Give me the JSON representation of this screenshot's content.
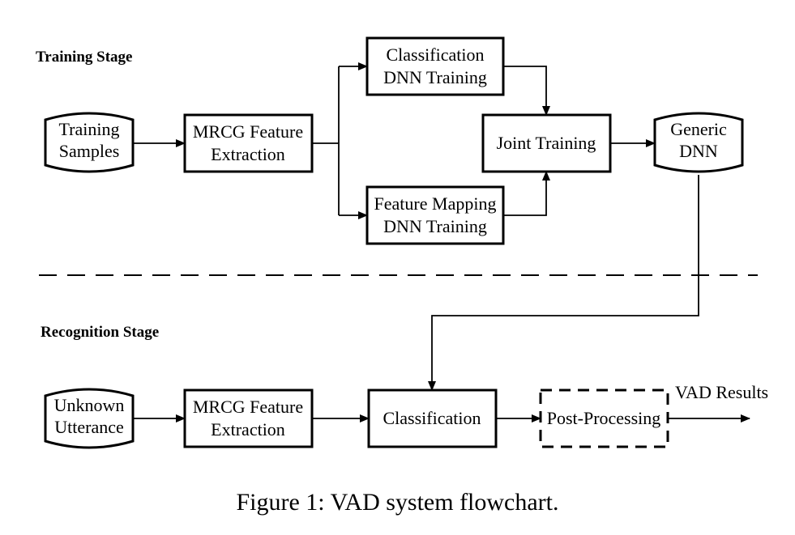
{
  "training_stage": {
    "label": "Training Stage",
    "samples": [
      "Training",
      "Samples"
    ],
    "feature_extraction": [
      "MRCG Feature",
      "Extraction"
    ],
    "classification_training": [
      "Classification",
      "DNN Training"
    ],
    "feature_mapping_training": [
      "Feature Mapping",
      "DNN Training"
    ],
    "joint_training": "Joint Training",
    "generic_dnn": [
      "Generic",
      "DNN"
    ]
  },
  "recognition_stage": {
    "label": "Recognition Stage",
    "utterance": [
      "Unknown",
      "Utterance"
    ],
    "feature_extraction": [
      "MRCG Feature",
      "Extraction"
    ],
    "classification": "Classification",
    "post_processing": "Post-Processing",
    "results": "VAD Results"
  },
  "caption": "Figure 1: VAD system flowchart."
}
